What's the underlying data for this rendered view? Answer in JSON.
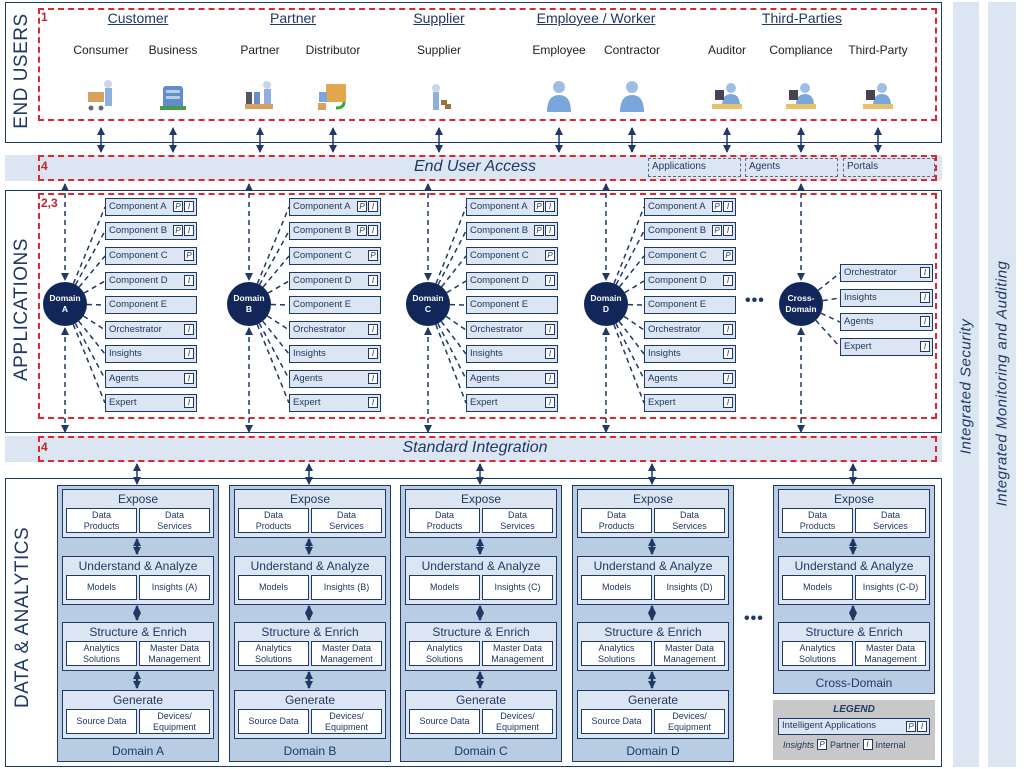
{
  "end_users": {
    "label": "END USERS",
    "section_num": "1",
    "groups": [
      {
        "title": "Customer",
        "users": [
          {
            "label": "Consumer",
            "icon": "shopper-cart-icon"
          },
          {
            "label": "Business",
            "icon": "office-building-icon"
          }
        ]
      },
      {
        "title": "Partner",
        "users": [
          {
            "label": "Partner",
            "icon": "partner-worker-icon"
          },
          {
            "label": "Distributor",
            "icon": "delivery-truck-icon"
          }
        ]
      },
      {
        "title": "Supplier",
        "users": [
          {
            "label": "Supplier",
            "icon": "supplier-boxes-icon"
          }
        ]
      },
      {
        "title": "Employee / Worker",
        "users": [
          {
            "label": "Employee",
            "icon": "person-icon"
          },
          {
            "label": "Contractor",
            "icon": "person-icon"
          }
        ]
      },
      {
        "title": "Third-Parties",
        "users": [
          {
            "label": "Auditor",
            "icon": "desk-computer-user-icon"
          },
          {
            "label": "Compliance",
            "icon": "desk-computer-user-icon"
          },
          {
            "label": "Third-Party",
            "icon": "desk-computer-user-icon"
          }
        ]
      }
    ]
  },
  "end_user_access": {
    "num": "4",
    "title": "End User Access",
    "channels": [
      "Applications",
      "Agents",
      "Portals"
    ]
  },
  "applications": {
    "label": "APPLICATIONS",
    "section_num": "2,3",
    "ellipsis": "•••",
    "domains": [
      {
        "name": [
          "Domain",
          "A"
        ]
      },
      {
        "name": [
          "Domain",
          "B"
        ]
      },
      {
        "name": [
          "Domain",
          "C"
        ]
      },
      {
        "name": [
          "Domain",
          "D"
        ]
      }
    ],
    "domain_components": [
      {
        "label": "Component A",
        "badges": [
          "P",
          "I"
        ]
      },
      {
        "label": "Component B",
        "badges": [
          "P",
          "I"
        ]
      },
      {
        "label": "Component C",
        "badges": [
          "P"
        ]
      },
      {
        "label": "Component D",
        "badges": [
          "I"
        ]
      },
      {
        "label": "Component E",
        "badges": []
      },
      {
        "label": "Orchestrator",
        "badges": [
          "I"
        ]
      },
      {
        "label": "Insights",
        "badges": [
          "I"
        ]
      },
      {
        "label": "Agents",
        "badges": [
          "I"
        ]
      },
      {
        "label": "Expert",
        "badges": [
          "I"
        ]
      }
    ],
    "cross_domain": {
      "name": [
        "Cross-",
        "Domain"
      ],
      "components": [
        {
          "label": "Orchestrator",
          "badges": [
            "I"
          ]
        },
        {
          "label": "Insights",
          "badges": [
            "I"
          ]
        },
        {
          "label": "Agents",
          "badges": [
            "I"
          ]
        },
        {
          "label": "Expert",
          "badges": [
            "I"
          ]
        }
      ]
    }
  },
  "standard_integration": {
    "num": "4",
    "title": "Standard Integration"
  },
  "data_analytics": {
    "label": "DATA & ANALYTICS",
    "ellipsis": "•••",
    "columns": [
      {
        "name": "Domain A",
        "insights": "Insights (A)",
        "generate": true
      },
      {
        "name": "Domain B",
        "insights": "Insights (B)",
        "generate": true
      },
      {
        "name": "Domain C",
        "insights": "Insights (C)",
        "generate": true
      },
      {
        "name": "Domain D",
        "insights": "Insights (D)",
        "generate": true
      },
      {
        "name": "Cross-Domain",
        "insights": "Insights (C-D)",
        "generate": false
      }
    ],
    "layers": {
      "expose": {
        "title": "Expose",
        "items": [
          "Data\nProducts",
          "Data\nServices"
        ]
      },
      "understand": {
        "title": "Understand & Analyze",
        "items": [
          "Models"
        ]
      },
      "structure": {
        "title": "Structure & Enrich",
        "items": [
          "Analytics\nSolutions",
          "Master Data\nManagement"
        ]
      },
      "generate": {
        "title": "Generate",
        "items": [
          "Source Data",
          "Devices/\nEquipment"
        ]
      }
    }
  },
  "legend": {
    "title": "LEGEND",
    "apps_label": "Intelligent Applications",
    "apps_badges": [
      "P",
      "I"
    ],
    "insights_label": "Insights",
    "partner": {
      "badge": "P",
      "label": "Partner"
    },
    "internal": {
      "badge": "I",
      "label": "Internal"
    }
  },
  "sidebars": {
    "security": "Integrated Security",
    "monitoring": "Integrated Monitoring and Auditing"
  },
  "colors": {
    "navy": "#1f3864",
    "light_blue": "#dce6f2",
    "mid_blue": "#b8cce4",
    "red": "#e0262b"
  }
}
